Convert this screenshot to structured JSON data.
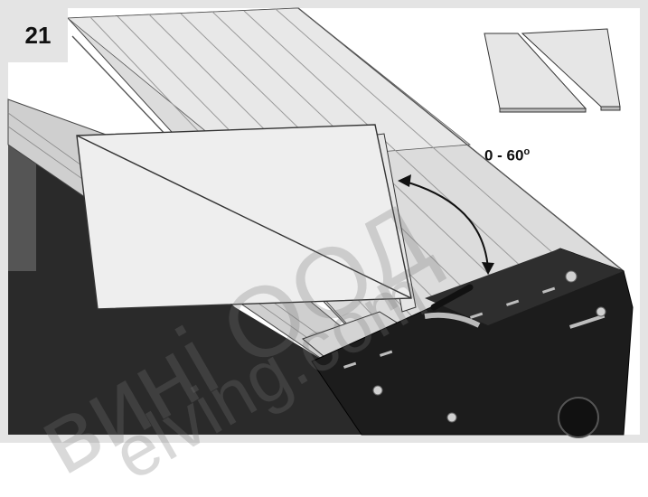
{
  "figure": {
    "step_number": "21",
    "angle_label": "0 - 60",
    "angle_unit": "o"
  },
  "watermark": {
    "line1": "вині ООД",
    "line2": "elving.com"
  },
  "colors": {
    "frame": "#e4e4e4",
    "rail": "#d8d8d8",
    "machine": "#1a1a1a",
    "panel": "#eeeeee"
  }
}
